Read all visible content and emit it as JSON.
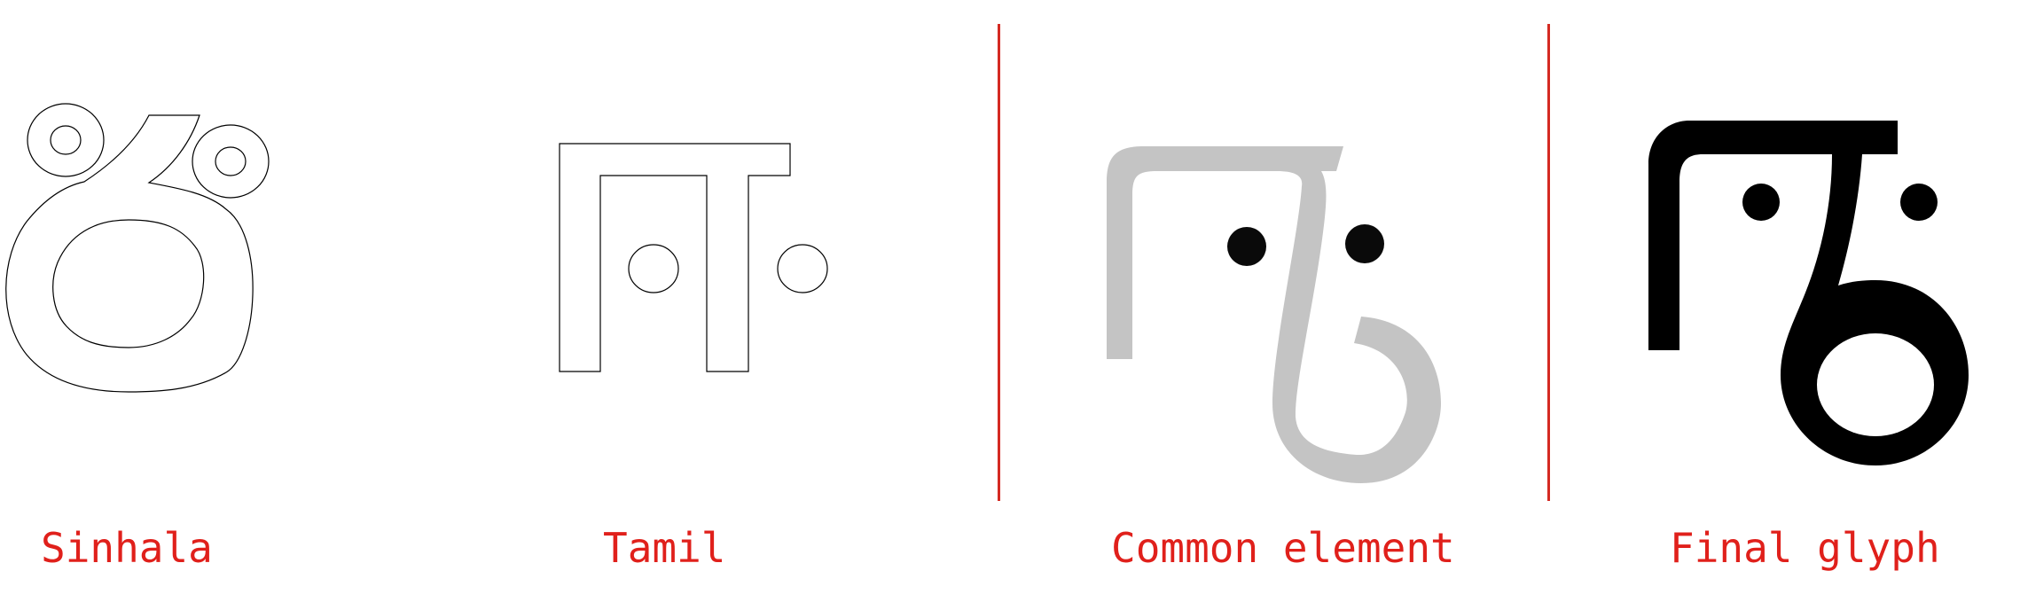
{
  "captions": {
    "sinhala": "Sinhala",
    "tamil": "Tamil",
    "common": "Common element",
    "final": "Final glyph"
  },
  "colors": {
    "caption": "#e0201b",
    "divider": "#d42a22",
    "outline": "#000000",
    "common_stroke": "#c4c4c4",
    "dot": "#0a0a0a",
    "final_fill": "#000000"
  },
  "panels": [
    {
      "name": "sinhala",
      "style": "outline"
    },
    {
      "name": "tamil",
      "style": "outline"
    },
    {
      "name": "common",
      "style": "grey-stroke"
    },
    {
      "name": "final",
      "style": "solid"
    }
  ]
}
